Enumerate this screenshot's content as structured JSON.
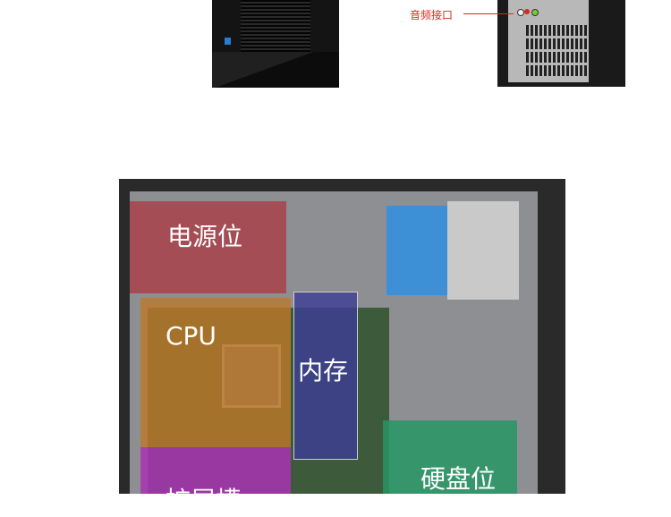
{
  "labels": {
    "audio_port": "音频接口",
    "psu": "电源位",
    "cpu": "CPU",
    "memory": "内存",
    "expansion": "扩展槽",
    "hdd": "硬盘位"
  },
  "colors": {
    "audio_label": "#d9281e"
  }
}
